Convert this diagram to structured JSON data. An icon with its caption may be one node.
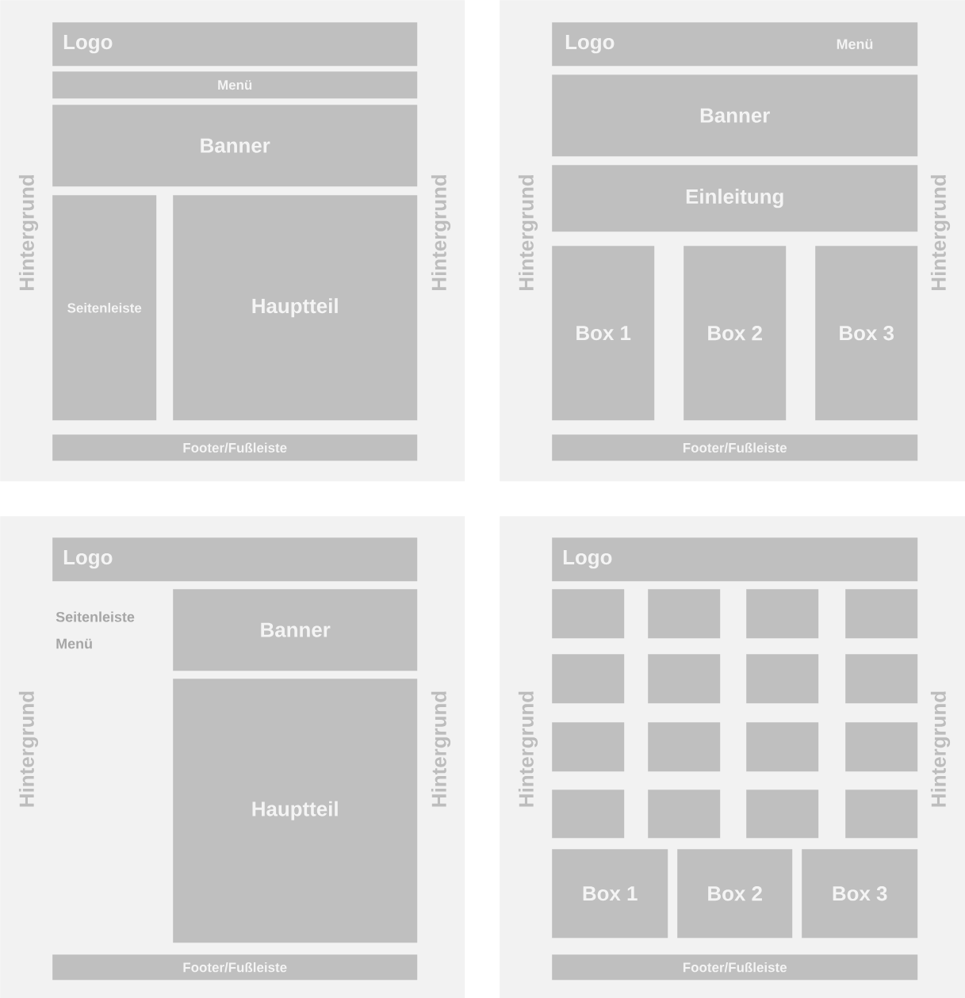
{
  "diagram": {
    "nodes": [
      {
        "text": [
          "Hintergrund",
          "Hintergrund"
        ]
      },
      {
        "text": [
          "Logo"
        ],
        "in": 0
      },
      {
        "text": [
          "Menü"
        ],
        "in": 0
      },
      {
        "text": [
          "Banner"
        ],
        "in": 0
      },
      {
        "text": [
          "Seitenleiste"
        ],
        "in": 0
      },
      {
        "text": [
          "Hauptteil"
        ],
        "in": 0
      },
      {
        "text": [
          "Footer/Fußleiste"
        ],
        "in": 0
      },
      {
        "text": [
          "Hintergrund",
          "Hintergrund"
        ]
      },
      {
        "text": [
          "Logo",
          "Menü"
        ],
        "in": 7
      },
      {
        "text": [
          "Banner"
        ],
        "in": 7
      },
      {
        "text": [
          "Einleitung"
        ],
        "in": 7
      },
      {
        "text": [
          "Box 1"
        ],
        "in": 7
      },
      {
        "text": [
          "Box 2"
        ],
        "in": 7
      },
      {
        "text": [
          "Box 3"
        ],
        "in": 7
      },
      {
        "text": [
          "Footer/Fußleiste"
        ],
        "in": 7
      },
      {
        "text": [
          "Hintergrund",
          "Hintergrund",
          "Seitenleiste",
          "Menü"
        ]
      },
      {
        "text": [
          "Logo"
        ],
        "in": 15
      },
      {
        "text": [
          "Banner"
        ],
        "in": 15
      },
      {
        "text": [
          "Hauptteil"
        ],
        "in": 15
      },
      {
        "text": [
          "Footer/Fußleiste"
        ],
        "in": 15
      },
      {
        "text": [
          "Hintergrund",
          "Hintergrund"
        ]
      },
      {
        "text": [
          "Logo"
        ],
        "in": 20
      },
      {
        "text": [],
        "shape": "box",
        "in": 20
      },
      {
        "text": [],
        "shape": "box",
        "in": 20
      },
      {
        "text": [],
        "shape": "box",
        "in": 20
      },
      {
        "text": [],
        "shape": "box",
        "in": 20
      },
      {
        "text": [],
        "shape": "box",
        "in": 20
      },
      {
        "text": [],
        "shape": "box",
        "in": 20
      },
      {
        "text": [],
        "shape": "box",
        "in": 20
      },
      {
        "text": [],
        "shape": "box",
        "in": 20
      },
      {
        "text": [],
        "shape": "box",
        "in": 20
      },
      {
        "text": [],
        "shape": "box",
        "in": 20
      },
      {
        "text": [],
        "shape": "box",
        "in": 20
      },
      {
        "text": [],
        "shape": "box",
        "in": 20
      },
      {
        "text": [],
        "shape": "box",
        "in": 20
      },
      {
        "text": [],
        "shape": "box",
        "in": 20
      },
      {
        "text": [],
        "shape": "box",
        "in": 20
      },
      {
        "text": [],
        "shape": "box",
        "in": 20
      },
      {
        "text": [
          "Box 1"
        ],
        "in": 20
      },
      {
        "text": [
          "Box 2"
        ],
        "in": 20
      },
      {
        "text": [
          "Box 3"
        ],
        "in": 20
      },
      {
        "text": [
          "Footer/Fußleiste"
        ],
        "in": 20
      }
    ]
  }
}
